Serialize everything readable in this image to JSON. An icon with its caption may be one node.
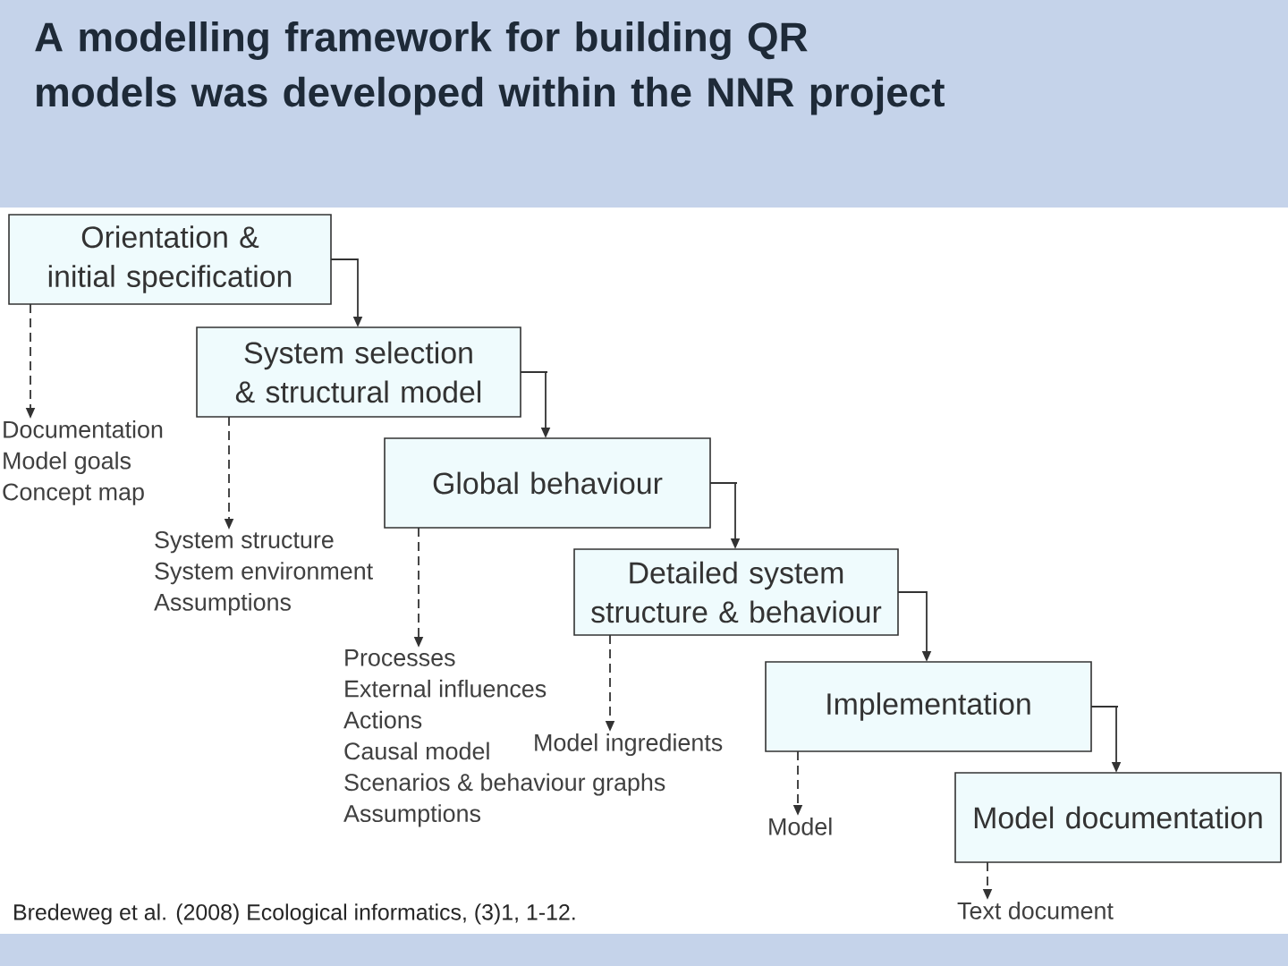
{
  "diagram": {
    "title": "A modelling framework for building QR models was developed within the NNR project",
    "nodes": [
      {
        "text": [
          "Orientation & initial specification"
        ]
      },
      {
        "text": [
          "System selection & structural model"
        ]
      },
      {
        "text": [
          "Global behaviour"
        ]
      },
      {
        "text": [
          "Detailed system structure & behaviour"
        ]
      },
      {
        "text": [
          "Implementation"
        ]
      },
      {
        "text": [
          "Model documentation"
        ]
      },
      {
        "text": [
          "Documentation",
          "Model goals",
          "Concept map"
        ]
      },
      {
        "text": [
          "System structure",
          "System environment",
          "Assumptions"
        ]
      },
      {
        "text": [
          "Processes",
          "External influences",
          "Actions",
          "Causal model",
          "Scenarios & behaviour graphs",
          "Assumptions"
        ]
      },
      {
        "text": [
          "Model ingredients"
        ]
      },
      {
        "text": [
          "Model"
        ]
      },
      {
        "text": [
          "Text document"
        ]
      }
    ],
    "edges": [
      {
        "from": 0,
        "to": 1,
        "arrow": "to"
      },
      {
        "from": 1,
        "to": 2,
        "arrow": "to"
      },
      {
        "from": 2,
        "to": 3,
        "arrow": "to"
      },
      {
        "from": 3,
        "to": 4,
        "arrow": "to"
      },
      {
        "from": 4,
        "to": 5,
        "arrow": "to"
      },
      {
        "from": 0,
        "to": 6,
        "arrow": "to",
        "style": "dashed"
      },
      {
        "from": 1,
        "to": 7,
        "arrow": "to",
        "style": "dashed"
      },
      {
        "from": 2,
        "to": 8,
        "arrow": "to",
        "style": "dashed"
      },
      {
        "from": 3,
        "to": 9,
        "arrow": "to",
        "style": "dashed"
      },
      {
        "from": 4,
        "to": 10,
        "arrow": "to",
        "style": "dashed"
      },
      {
        "from": 5,
        "to": 11,
        "arrow": "to",
        "style": "dashed"
      }
    ],
    "labels": [
      "Bredeweg et al. (2008) Ecological informatics, (3)1, 1-12."
    ]
  }
}
